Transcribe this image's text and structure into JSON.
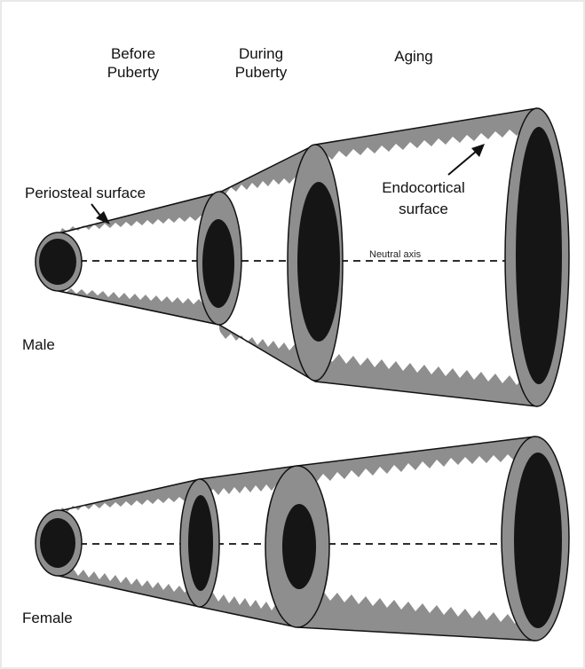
{
  "columns": {
    "before": [
      "Before",
      "Puberty"
    ],
    "during": [
      "During",
      "Puberty"
    ],
    "aging": "Aging"
  },
  "labels": {
    "periosteal": "Periosteal surface",
    "endocortical": [
      "Endocortical",
      "surface"
    ],
    "neutral_axis": "Neutral axis",
    "male": "Male",
    "female": "Female"
  },
  "colors": {
    "cortex": "#8e8e8e",
    "marrow": "#151515",
    "outline": "#111111",
    "background": "#ffffff"
  }
}
